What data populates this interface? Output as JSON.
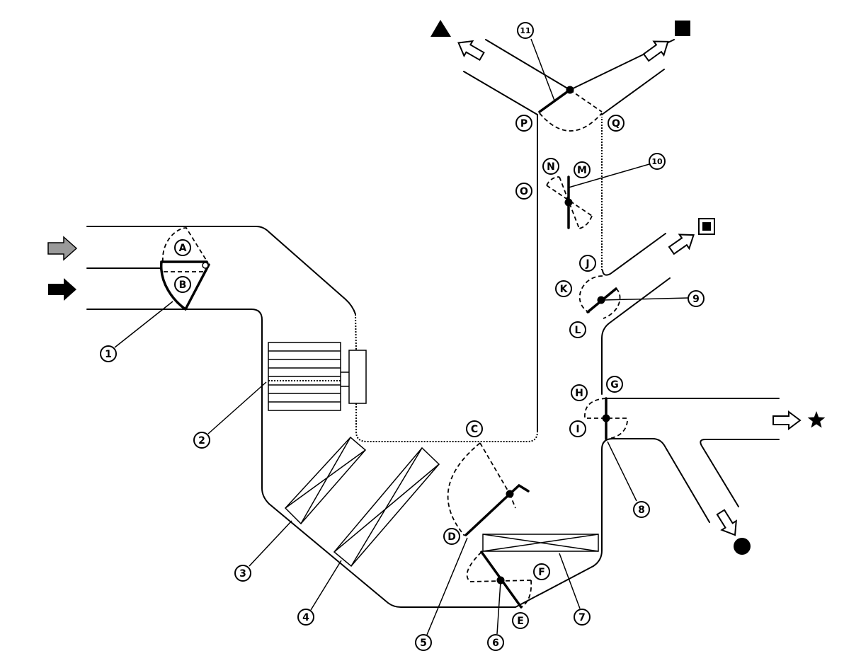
{
  "letters": {
    "A": "A",
    "B": "B",
    "C": "C",
    "D": "D",
    "E": "E",
    "F": "F",
    "G": "G",
    "H": "H",
    "I": "I",
    "J": "J",
    "K": "K",
    "L": "L",
    "M": "M",
    "N": "N",
    "O": "O",
    "P": "P",
    "Q": "Q"
  },
  "numbers": {
    "1": "1",
    "2": "2",
    "3": "3",
    "4": "4",
    "5": "5",
    "6": "6",
    "7": "7",
    "8": "8",
    "9": "9",
    "10": "10",
    "11": "11"
  },
  "icons": {
    "inlet_top": "gray-arrow",
    "inlet_bottom": "black-arrow",
    "outlet_upper_left": "filled-triangle",
    "outlet_upper_right": "filled-square",
    "outlet_side": "boxed-square",
    "outlet_right": "star",
    "outlet_bottom": "filled-circle"
  },
  "colors": {
    "line": "#000000",
    "inlet_gray": "#9a9a9a"
  }
}
